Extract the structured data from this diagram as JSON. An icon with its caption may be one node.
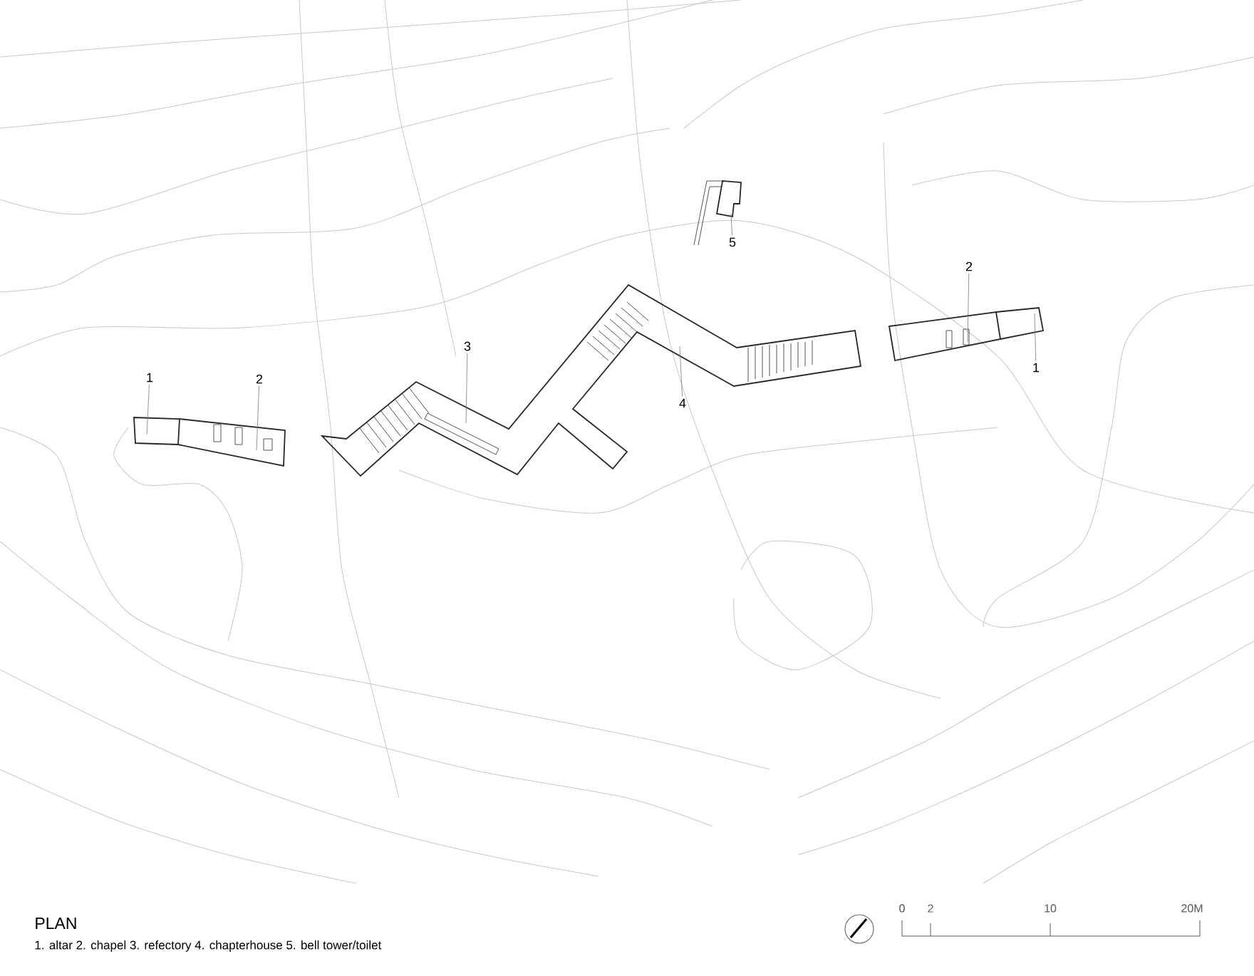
{
  "diagram": {
    "title": "PLAN",
    "caption": "1. altar  2. chapel  3. refectory  4. chapterhouse  5. bell tower/toilet",
    "nodes": [
      {
        "text": [
          "1"
        ]
      },
      {
        "text": [
          "2"
        ]
      },
      {
        "text": [
          "3"
        ]
      },
      {
        "text": [
          "5"
        ]
      },
      {
        "text": [
          "4"
        ]
      },
      {
        "text": [
          "2"
        ]
      },
      {
        "text": [
          "1"
        ]
      }
    ],
    "edges": [
      {
        "from": 0,
        "to": null,
        "arrow": "none"
      },
      {
        "from": 1,
        "to": null,
        "arrow": "none"
      },
      {
        "from": 2,
        "to": null,
        "arrow": "none"
      },
      {
        "from": 3,
        "to": null,
        "arrow": "none"
      },
      {
        "from": 4,
        "to": null,
        "arrow": "none"
      },
      {
        "from": 5,
        "to": null,
        "arrow": "none"
      },
      {
        "from": 6,
        "to": null,
        "arrow": "none"
      }
    ],
    "labels": [
      "0",
      "2",
      "10",
      "20M"
    ]
  }
}
